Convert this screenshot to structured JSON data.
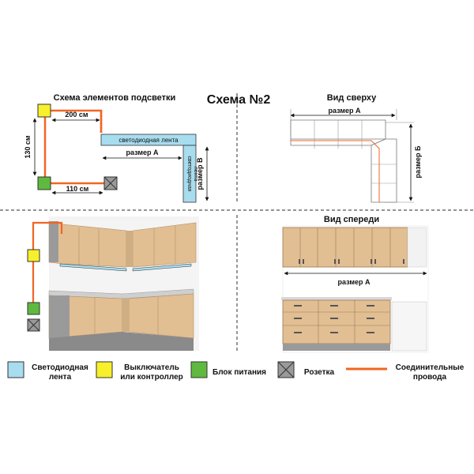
{
  "scheme": {
    "main_title": "Схема №2",
    "elements_title": "Схема элементов подсветки",
    "top_view_title": "Вид сверху",
    "front_view_title": "Вид спереди"
  },
  "dimensions": {
    "d200": "200 см",
    "d130": "130 см",
    "d110": "110 см",
    "size_a": "размер А",
    "size_b": "размер Б",
    "size_v": "размер В"
  },
  "strip_labels": {
    "horizontal": "светодиодная лента",
    "vertical_line1": "светодиодная",
    "vertical_line2": "лента"
  },
  "legend": {
    "items": [
      {
        "label_line1": "Светодиодная",
        "label_line2": "лента",
        "color": "#a8dcef"
      },
      {
        "label_line1": "Выключатель",
        "label_line2": "или контроллер",
        "color": "#f7f02a"
      },
      {
        "label_line1": "Блок питания",
        "label_line2": "",
        "color": "#5fb93e"
      },
      {
        "label_line1": "Розетка",
        "label_line2": "",
        "color": "#9a9a9a"
      },
      {
        "label_line1": "Соединительные",
        "label_line2": "провода",
        "color": "#f26522"
      }
    ]
  },
  "colors": {
    "led": "#a8dcef",
    "switch": "#f7f02a",
    "psu": "#5fb93e",
    "wire": "#f26522",
    "wood": "#e2be93",
    "divider": "#555555"
  }
}
